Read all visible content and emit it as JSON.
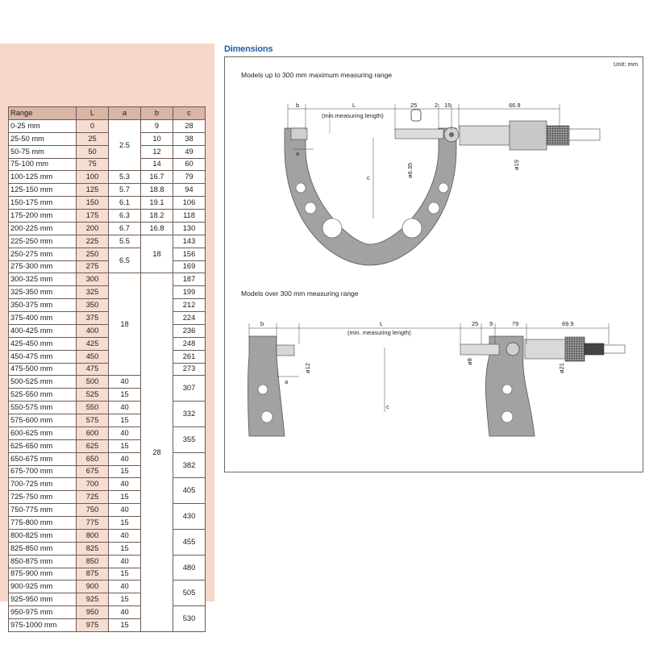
{
  "table": {
    "headers": {
      "range": "Range",
      "l": "L",
      "a": "a",
      "b": "b",
      "c": "c"
    },
    "rows": [
      {
        "range": "0-25 mm",
        "l": "0",
        "a": "2.5",
        "b": "9",
        "c": "28"
      },
      {
        "range": "25-50 mm",
        "l": "25",
        "b": "10",
        "c": "38"
      },
      {
        "range": "50-75 mm",
        "l": "50",
        "b": "12",
        "c": "49"
      },
      {
        "range": "75-100 mm",
        "l": "75",
        "b": "14",
        "c": "60"
      },
      {
        "range": "100-125 mm",
        "l": "100",
        "a": "5.3",
        "b": "16.7",
        "c": "79"
      },
      {
        "range": "125-150 mm",
        "l": "125",
        "a": "5.7",
        "b": "18.8",
        "c": "94"
      },
      {
        "range": "150-175 mm",
        "l": "150",
        "a": "6.1",
        "b": "19.1",
        "c": "106"
      },
      {
        "range": "175-200 mm",
        "l": "175",
        "a": "6.3",
        "b": "18.2",
        "c": "118"
      },
      {
        "range": "200-225 mm",
        "l": "200",
        "a": "6.7",
        "b": "16.8",
        "c": "130"
      },
      {
        "range": "225-250 mm",
        "l": "225",
        "a": "5.5",
        "b": "18",
        "c": "143"
      },
      {
        "range": "250-275 mm",
        "l": "250",
        "a": "6.5",
        "c": "156"
      },
      {
        "range": "275-300 mm",
        "l": "275",
        "c": "169"
      },
      {
        "range": "300-325 mm",
        "l": "300",
        "a": "18",
        "b": "28",
        "c": "187"
      },
      {
        "range": "325-350 mm",
        "l": "325",
        "c": "199"
      },
      {
        "range": "350-375 mm",
        "l": "350",
        "c": "212"
      },
      {
        "range": "375-400 mm",
        "l": "375",
        "c": "224"
      },
      {
        "range": "400-425 mm",
        "l": "400",
        "c": "236"
      },
      {
        "range": "425-450 mm",
        "l": "425",
        "c": "248"
      },
      {
        "range": "450-475 mm",
        "l": "450",
        "c": "261"
      },
      {
        "range": "475-500 mm",
        "l": "475",
        "c": "273"
      },
      {
        "range": "500-525 mm",
        "l": "500",
        "a": "40",
        "c": "307"
      },
      {
        "range": "525-550 mm",
        "l": "525",
        "a": "15"
      },
      {
        "range": "550-575 mm",
        "l": "550",
        "a": "40",
        "c": "332"
      },
      {
        "range": "575-600 mm",
        "l": "575",
        "a": "15"
      },
      {
        "range": "600-625 mm",
        "l": "600",
        "a": "40",
        "c": "355"
      },
      {
        "range": "625-650 mm",
        "l": "625",
        "a": "15"
      },
      {
        "range": "650-675 mm",
        "l": "650",
        "a": "40",
        "c": "382"
      },
      {
        "range": "675-700 mm",
        "l": "675",
        "a": "15"
      },
      {
        "range": "700-725 mm",
        "l": "700",
        "a": "40",
        "c": "405"
      },
      {
        "range": "725-750 mm",
        "l": "725",
        "a": "15"
      },
      {
        "range": "750-775 mm",
        "l": "750",
        "a": "40",
        "c": "430"
      },
      {
        "range": "775-800 mm",
        "l": "775",
        "a": "15"
      },
      {
        "range": "800-825 mm",
        "l": "800",
        "a": "40",
        "c": "455"
      },
      {
        "range": "825-850 mm",
        "l": "825",
        "a": "15"
      },
      {
        "range": "850-875 mm",
        "l": "850",
        "a": "40",
        "c": "480"
      },
      {
        "range": "875-900 mm",
        "l": "875",
        "a": "15"
      },
      {
        "range": "900-925 mm",
        "l": "900",
        "a": "40",
        "c": "505"
      },
      {
        "range": "925-950 mm",
        "l": "925",
        "a": "15"
      },
      {
        "range": "950-975 mm",
        "l": "950",
        "a": "40",
        "c": "530"
      },
      {
        "range": "975-1000 mm",
        "l": "975",
        "a": "15"
      }
    ]
  },
  "dimensions": {
    "title": "Dimensions",
    "unit": "Unit: mm",
    "caption_upper": "Models up to 300 mm maximum measuring range",
    "caption_lower": "Models over 300 mm measuring range",
    "upper_labels": {
      "b": "b",
      "l": "L",
      "min_range": "(min.measuring length)",
      "d25": "25",
      "d2": "2",
      "d15": "15",
      "d669": "66.9",
      "a": "a",
      "c": "c",
      "dia635": "ø6.35",
      "dia19": "ø19"
    },
    "lower_labels": {
      "b": "b",
      "l": "L",
      "min_range": "(min. measuring length)",
      "d25": "25",
      "d9": "9",
      "d79": "79",
      "d699": "69.9",
      "a": "a",
      "c": "c",
      "dia12": "ø12",
      "dia8": "ø8",
      "dia21": "ø21"
    }
  },
  "colors": {
    "table_bg": "#f7d7c8",
    "header_bg": "#d9b5a6",
    "title_blue": "#1f5ea8",
    "frame_gray": "#9a9a9a"
  }
}
